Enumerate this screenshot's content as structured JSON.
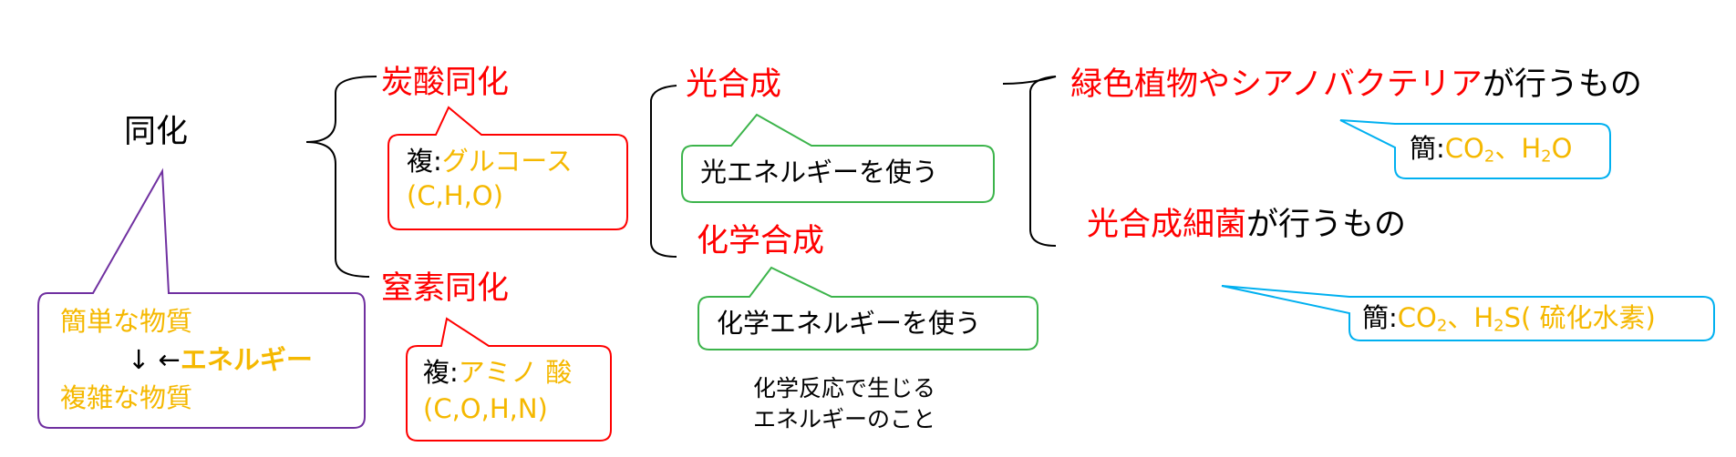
{
  "main_node": "同化",
  "carbon": {
    "label": "炭酸同化",
    "note": {
      "prefix": "複",
      "colon": ":",
      "line1": "グルコース",
      "line2": "(C,H,O)"
    }
  },
  "nitrogen": {
    "label": "窒素同化",
    "note": {
      "prefix": "複",
      "colon": ":",
      "line1": "アミノ 酸",
      "line2": "(C,O,H,N)"
    }
  },
  "energy_note": {
    "line1": "簡単な物質",
    "arrow": "↓ ←",
    "energy": "エネルギー",
    "line3": "複雑な物質"
  },
  "photosynthesis": {
    "label": "光合成",
    "note": "光エネルギーを使う"
  },
  "chemosynthesis": {
    "label": "化学合成",
    "note": "化学エネルギーを使う",
    "caption_line1": "化学反応で生じる",
    "caption_line2": "エネルギーのこと"
  },
  "green": {
    "red_part": "緑色植物やシアノバクテリア",
    "black_part": "が行うもの",
    "note": {
      "prefix": "簡",
      "colon": ":",
      "co2_base": "CO",
      "co2_sub": "2",
      "sep": "、",
      "h2o_a": "H",
      "h2o_sub": "2",
      "h2o_b": "O"
    }
  },
  "bacteria": {
    "red_part": "光合成細菌",
    "black_part": "が行うもの",
    "note": {
      "prefix": "簡",
      "colon": ":",
      "co2_base": "CO",
      "co2_sub": "2",
      "sep": "、",
      "h2s_a": "H",
      "h2s_sub": "2",
      "h2s_b": "S( 硫化水素)"
    }
  },
  "colors": {
    "red": "#ff0000",
    "yellow": "#f5b800",
    "green": "#3cb44b",
    "purple": "#7030a0",
    "cyan": "#00b0f0"
  }
}
